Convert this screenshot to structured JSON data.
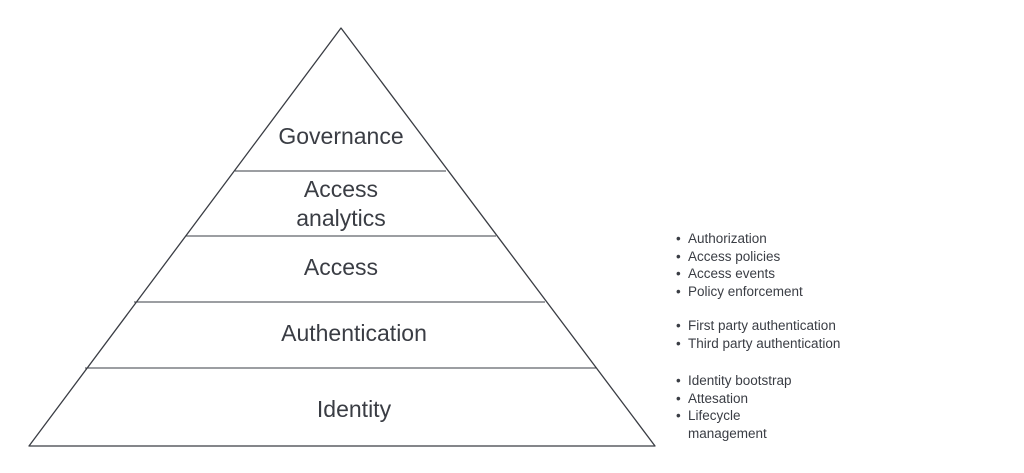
{
  "pyramid": {
    "tiers": [
      {
        "lines": [
          "Governance"
        ]
      },
      {
        "lines": [
          "Access",
          "analytics"
        ]
      },
      {
        "lines": [
          "Access"
        ]
      },
      {
        "lines": [
          "Authentication"
        ]
      },
      {
        "lines": [
          "Identity"
        ]
      }
    ]
  },
  "details": {
    "access": [
      "Authorization",
      "Access policies",
      "Access events",
      "Policy enforcement"
    ],
    "authentication": [
      "First party authentication",
      "Third party authentication"
    ],
    "identity": [
      "Identity bootstrap",
      "Attesation",
      "Lifecycle management"
    ]
  },
  "colors": {
    "stroke": "#3a3d44",
    "text": "#3a3d44",
    "background": "#ffffff"
  }
}
